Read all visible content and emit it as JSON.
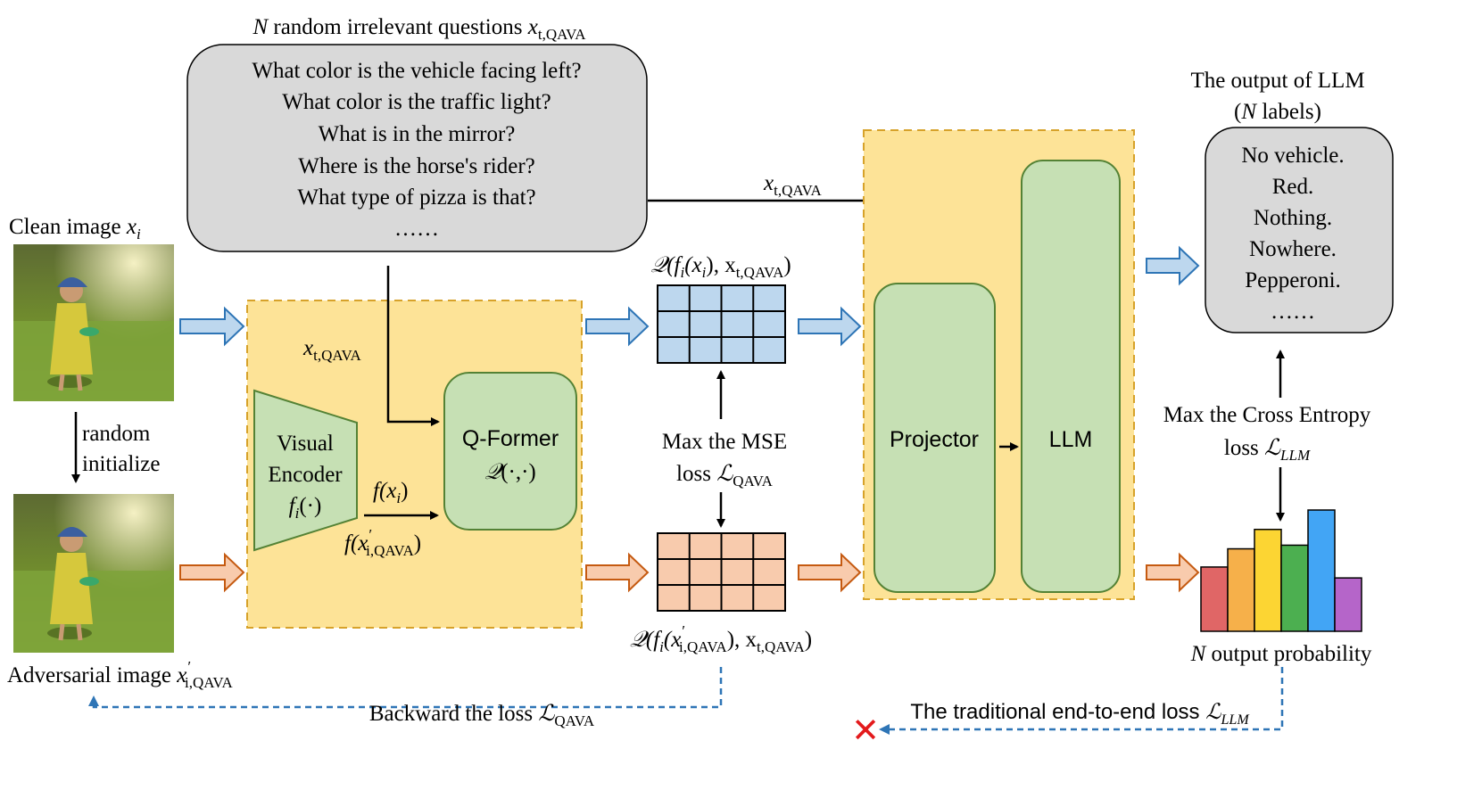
{
  "title": {
    "n": "N",
    "text": " random irrelevant questions ",
    "var": "x",
    "sub": "t,QAVA"
  },
  "questions": [
    "What color is the vehicle facing left?",
    "What color is the traffic light?",
    "What is in the mirror?",
    "Where is the horse's rider?",
    "What type of pizza is that?",
    "……"
  ],
  "clean_image": {
    "label": "Clean image ",
    "var": "x",
    "sub": "i"
  },
  "adversarial_image": {
    "label": "Adversarial image ",
    "var": "x",
    "prime": "′",
    "sub": "i,QAVA"
  },
  "random_init": {
    "line1": "random",
    "line2": "initialize"
  },
  "visual_encoder": {
    "line1": "Visual",
    "line2": "Encoder",
    "func": "f",
    "sub": "i",
    "args": "(·)"
  },
  "qformer": {
    "label": "Q-Former",
    "func": "𝒬",
    "args": "(·,·)"
  },
  "arrow_labels": {
    "xt_var": "x",
    "xt_sub": "t,QAVA",
    "f_clean": "f(x",
    "f_clean_sub": "i",
    "f_clean_end": ")",
    "f_adv": "f(x",
    "f_adv_prime": "′",
    "f_adv_sub": "i,QAVA",
    "f_adv_end": ")"
  },
  "q_top": {
    "q": "𝒬(",
    "f": "f",
    "fsub": "i",
    "x": "(x",
    "xsub": "i",
    "mid": "), x",
    "tsub": "t,QAVA",
    "end": ")"
  },
  "q_bottom": {
    "q": "𝒬(",
    "f": "f",
    "fsub": "i",
    "x": "(x",
    "prime": "′",
    "xsub": "i,QAVA",
    "mid": "), x",
    "tsub": "t,QAVA",
    "end": ")"
  },
  "mse": {
    "line1": "Max the MSE",
    "line2": "loss ",
    "L": "ℒ",
    "sub": "QAVA"
  },
  "projector": {
    "label": "Projector"
  },
  "llm": {
    "label": "LLM"
  },
  "output": {
    "title1": "The output of LLM",
    "title2_open": "(",
    "title2_n": "N",
    "title2_rest": " labels)",
    "labels": [
      "No vehicle.",
      "Red.",
      "Nothing.",
      "Nowhere.",
      "Pepperoni.",
      "……"
    ]
  },
  "cross_entropy": {
    "line1": "Max the Cross Entropy",
    "line2": "loss ",
    "L": "ℒ",
    "sub": "LLM"
  },
  "probability": {
    "label_n": "N",
    "label_rest": " output probability",
    "values": [
      0.53,
      0.68,
      0.84,
      0.71,
      1.0,
      0.44
    ],
    "colors": [
      "#e06666",
      "#f6b04a",
      "#fcd533",
      "#4caf50",
      "#42a5f5",
      "#b565c9"
    ]
  },
  "backward": {
    "text": "Backward the loss ",
    "L": "ℒ",
    "sub": "QAVA"
  },
  "traditional": {
    "text": "The traditional end-to-end loss ",
    "L": "ℒ",
    "sub": "LLM",
    "cross": "✕"
  },
  "colors": {
    "yellow_fill": "#fde397",
    "yellow_border": "#d7a22a",
    "green_fill": "#c6e0b4",
    "green_border": "#548235",
    "gray_fill": "#d9d9d9",
    "blue_cell": "#bdd7ee",
    "orange_cell": "#f8cbad",
    "blue_arrow": "#2e75b6",
    "orange_arrow": "#c55a11",
    "red_cross": "#e31a1c"
  }
}
